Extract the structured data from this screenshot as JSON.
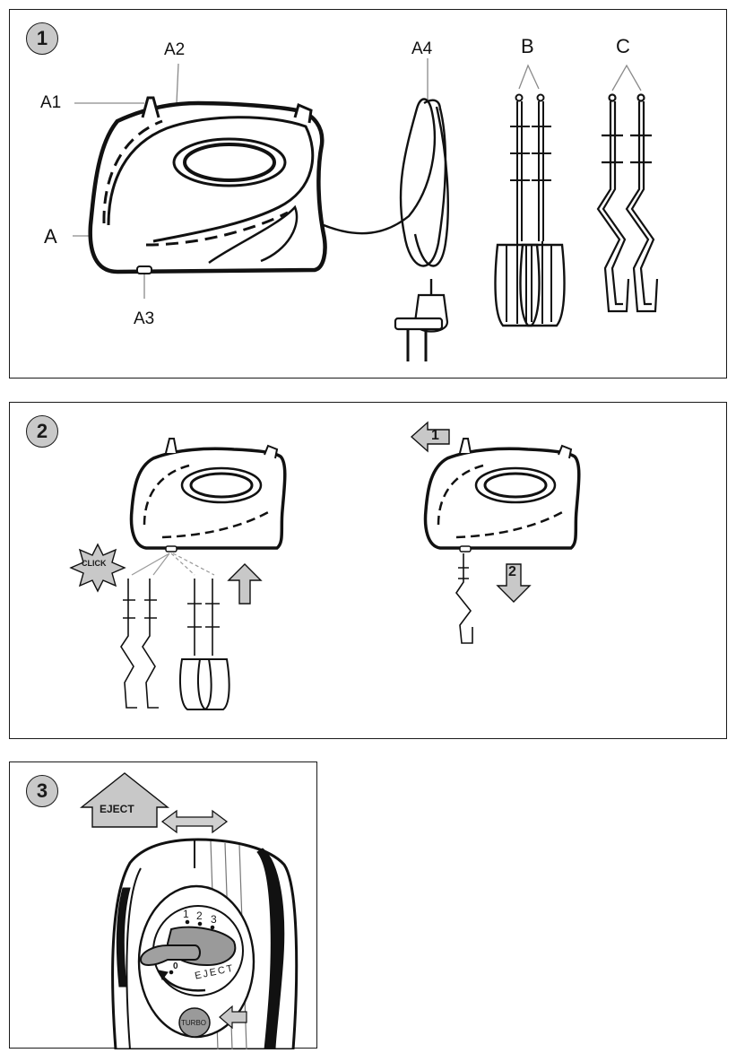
{
  "panel1": {
    "step": "1",
    "labels": {
      "a1": "A1",
      "a2": "A2",
      "a3": "A3",
      "a4": "A4",
      "a": "A",
      "b": "B",
      "c": "C"
    }
  },
  "panel2": {
    "step": "2",
    "click_text": "CLICK",
    "arrow1": "1",
    "arrow2": "2"
  },
  "panel3": {
    "step": "3",
    "eject_arrow": "EJECT",
    "speeds": [
      "1",
      "2",
      "3"
    ],
    "zero": "0",
    "dial_eject": "EJECT",
    "turbo": "TURBO"
  },
  "colors": {
    "arrow_fill": "#c8c8c8",
    "badge_fill": "#c9c9c9",
    "line": "#1a1a1a"
  }
}
